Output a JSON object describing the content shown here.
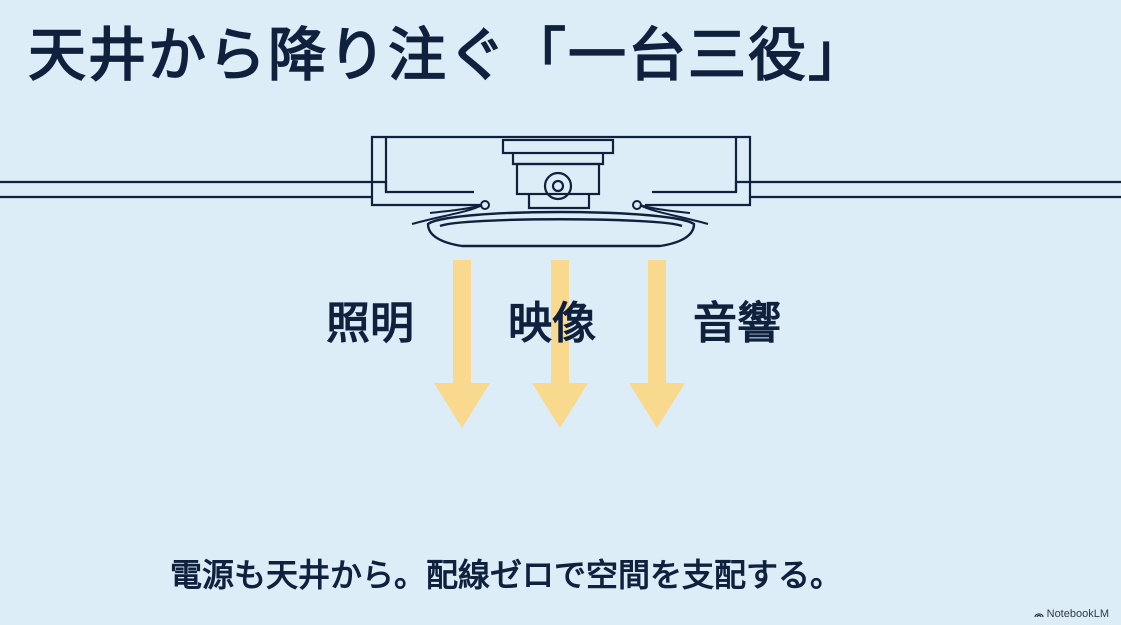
{
  "title": "天井から降り注ぐ「一台三役」",
  "functions": [
    {
      "label": "照明"
    },
    {
      "label": "映像"
    },
    {
      "label": "音響"
    }
  ],
  "caption": "電源も天井から。配線ゼロで空間を支配する。",
  "watermark": "NotebookLM",
  "colors": {
    "background": "#dcedf8",
    "ink": "#10213e",
    "arrow": "#f9d98e"
  }
}
